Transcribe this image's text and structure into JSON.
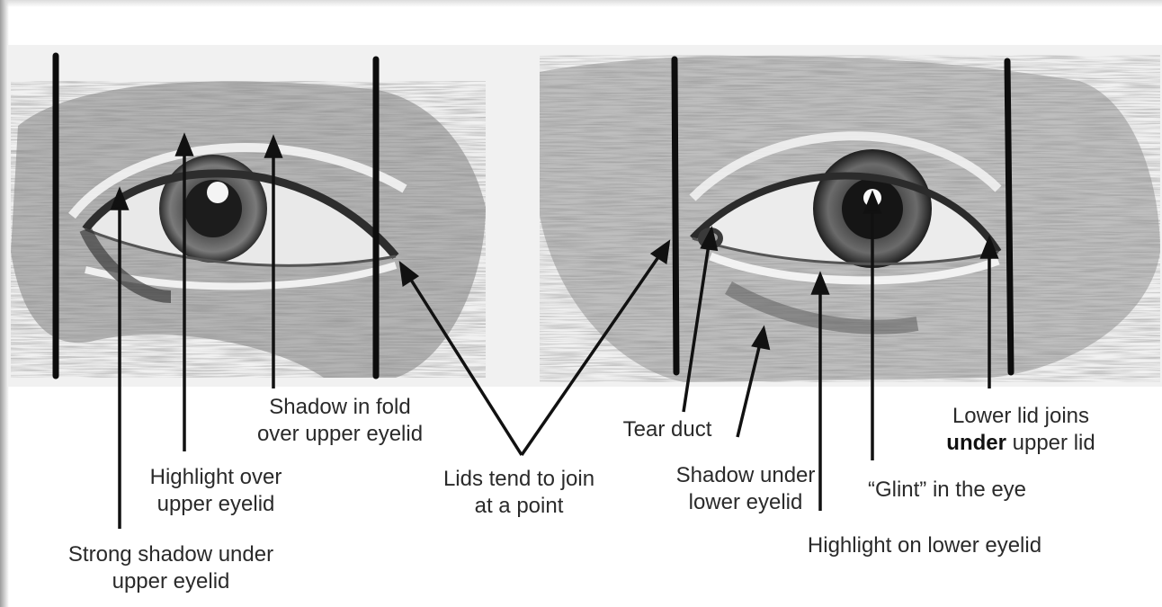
{
  "labels": {
    "strong_shadow": [
      "Strong shadow under",
      "upper eyelid"
    ],
    "highlight_over": [
      "Highlight over",
      "upper eyelid"
    ],
    "shadow_fold": [
      "Shadow in fold",
      "over upper eyelid"
    ],
    "lids_join": [
      "Lids tend to join",
      "at a point"
    ],
    "tear_duct": [
      "Tear duct"
    ],
    "shadow_under_lower": [
      "Shadow under",
      "lower eyelid"
    ],
    "glint": [
      "“Glint” in the eye"
    ],
    "highlight_lower": [
      "Highlight on lower eyelid"
    ],
    "lower_joins": {
      "line1": "Lower lid joins",
      "line2_bold": "under",
      "line2_rest": " upper lid"
    }
  },
  "colors": {
    "text": "#2a2a2a",
    "arrow": "#111111",
    "guide_line": "#0d0d0d",
    "pencil_dark": "#3a3a3a",
    "pencil_mid": "#8a8a8a",
    "pencil_light": "#c8c8c8",
    "paper": "#f2f2f2"
  }
}
